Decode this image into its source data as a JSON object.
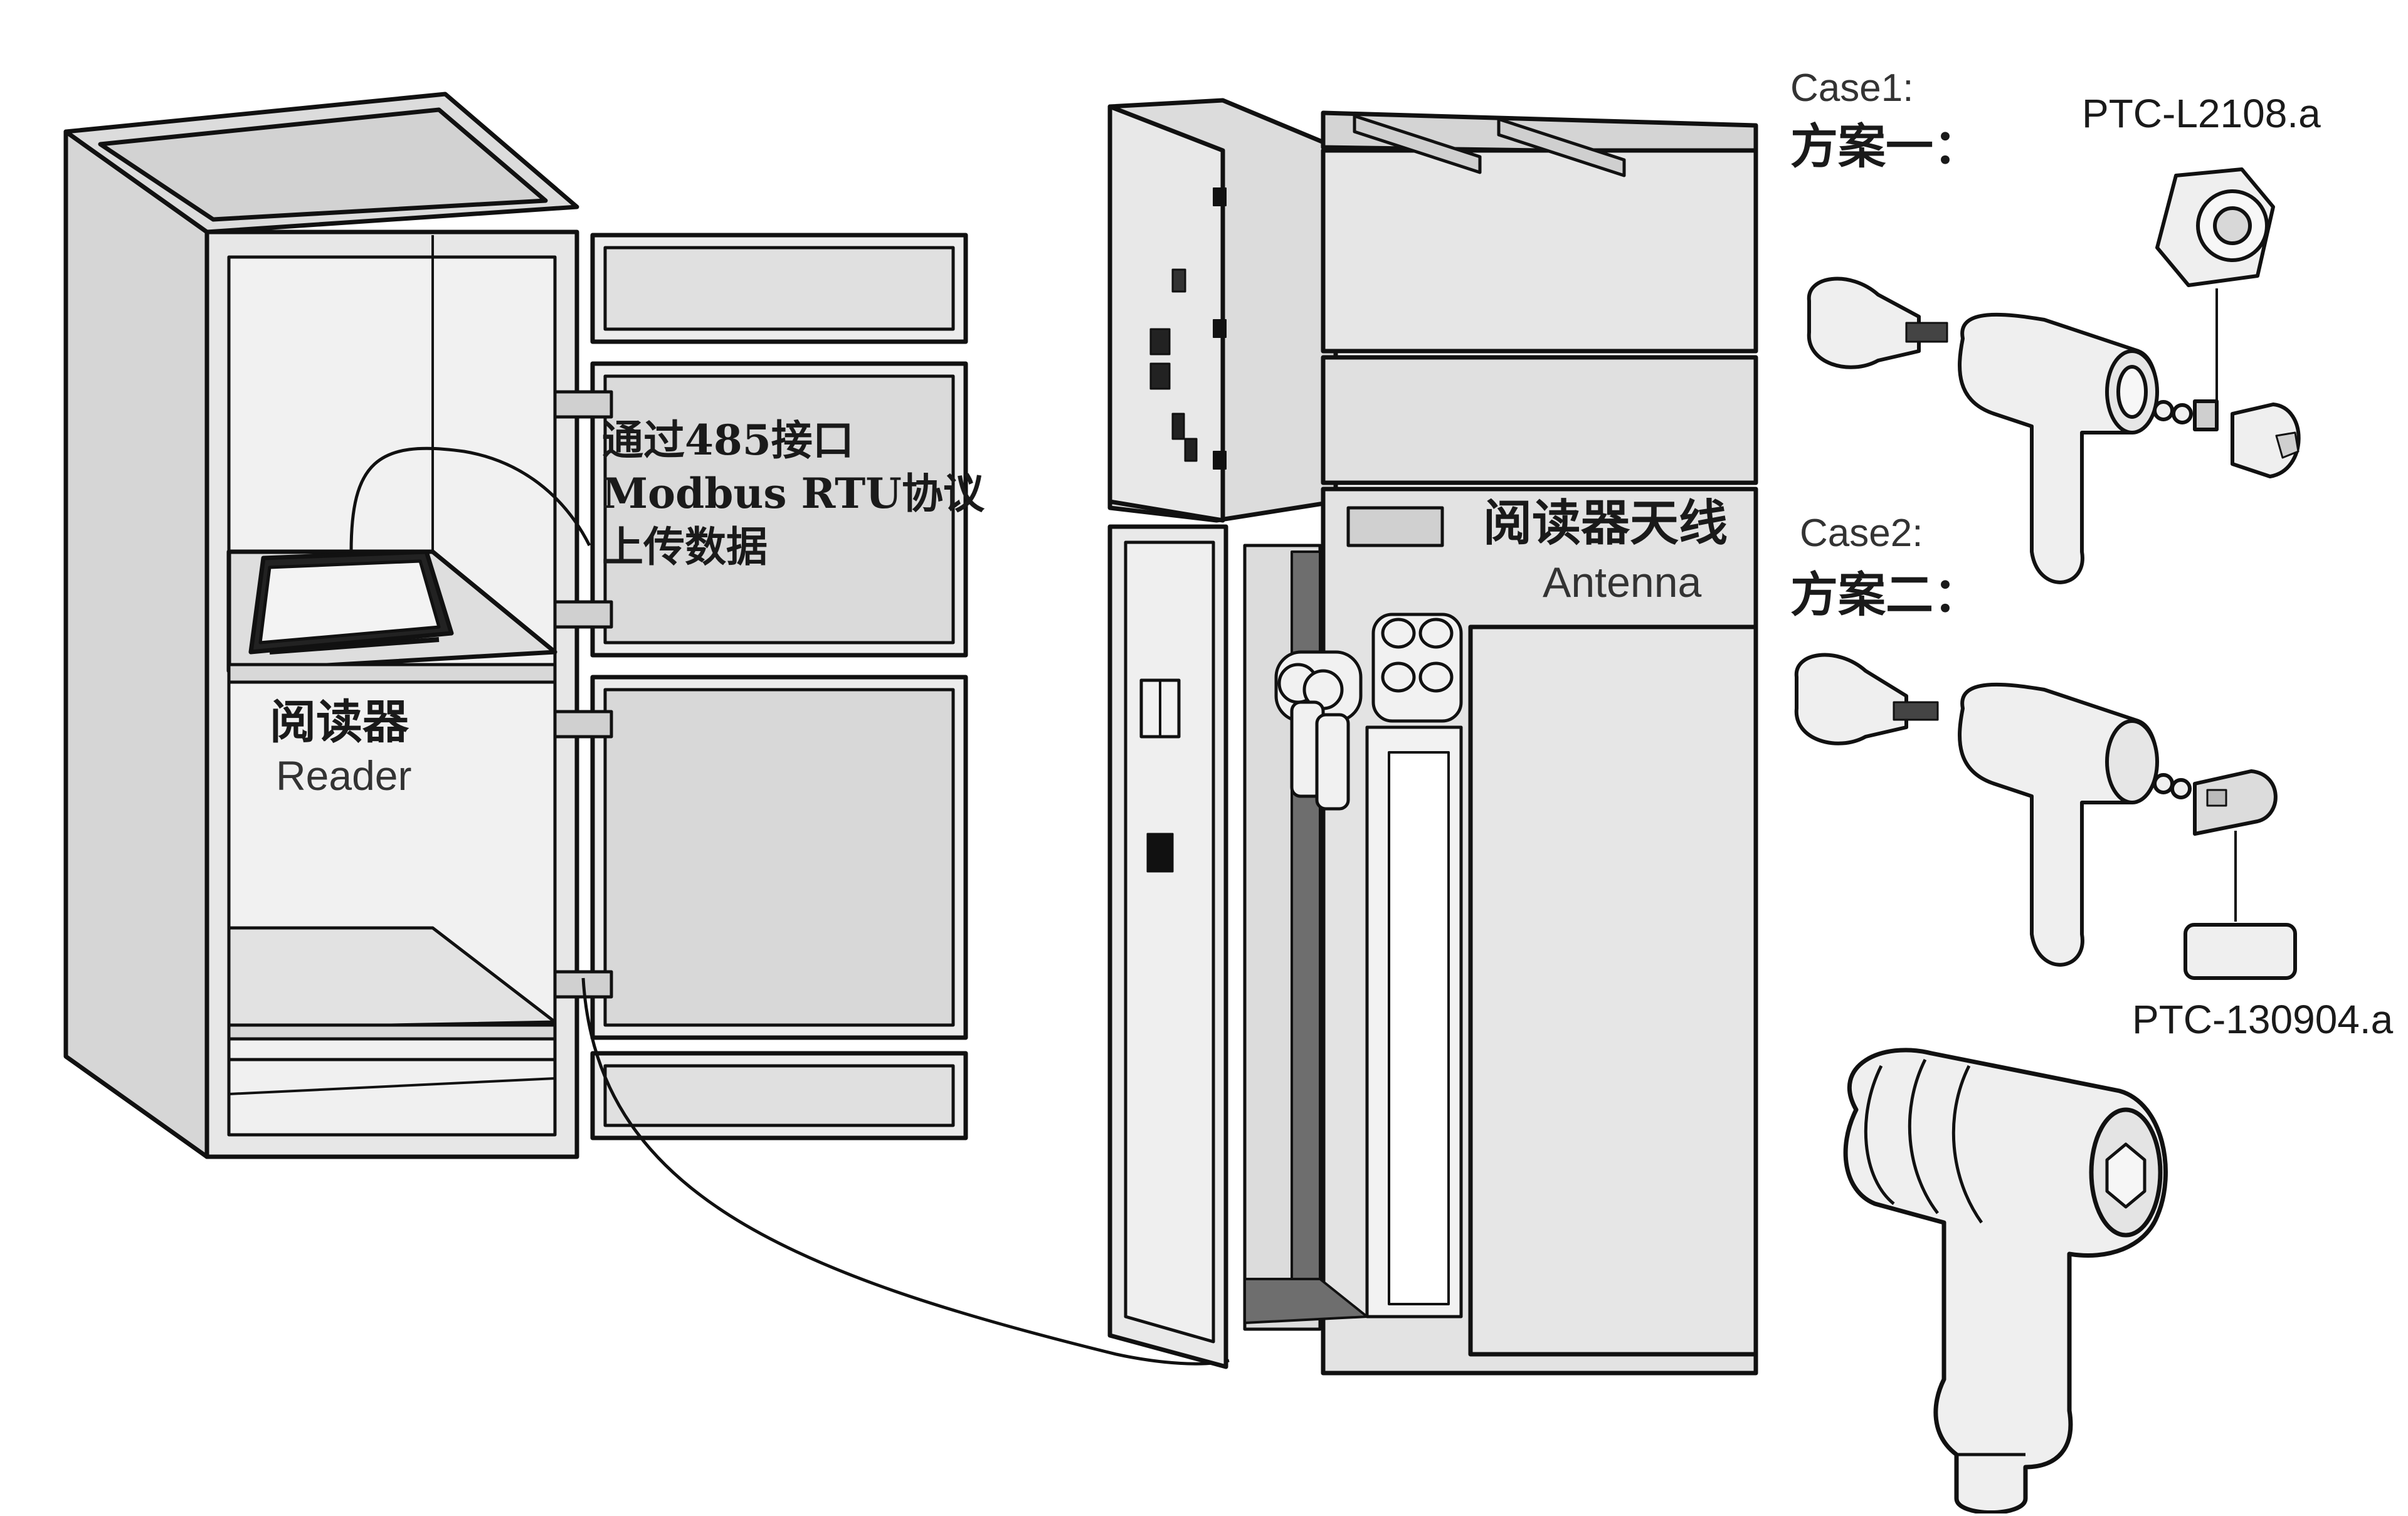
{
  "reader": {
    "note_line1": "通过485接口",
    "note_line2": "Modbus RTU协议",
    "note_line3": "上传数据",
    "label_cn": "阅读器",
    "label_en": "Reader"
  },
  "antenna": {
    "label_cn": "阅读器天线",
    "label_en": "Antenna"
  },
  "case1": {
    "label_en": "Case1:",
    "label_cn": "方案一：",
    "part": "PTC-L2108.a"
  },
  "case2": {
    "label_en": "Case2:",
    "label_cn": "方案二：",
    "part": "PTC-130904.a"
  },
  "colors": {
    "panel": "#e4e4e4",
    "panel_dark": "#cfcfcf",
    "line": "#111111",
    "bar": "#6e6e6e"
  }
}
